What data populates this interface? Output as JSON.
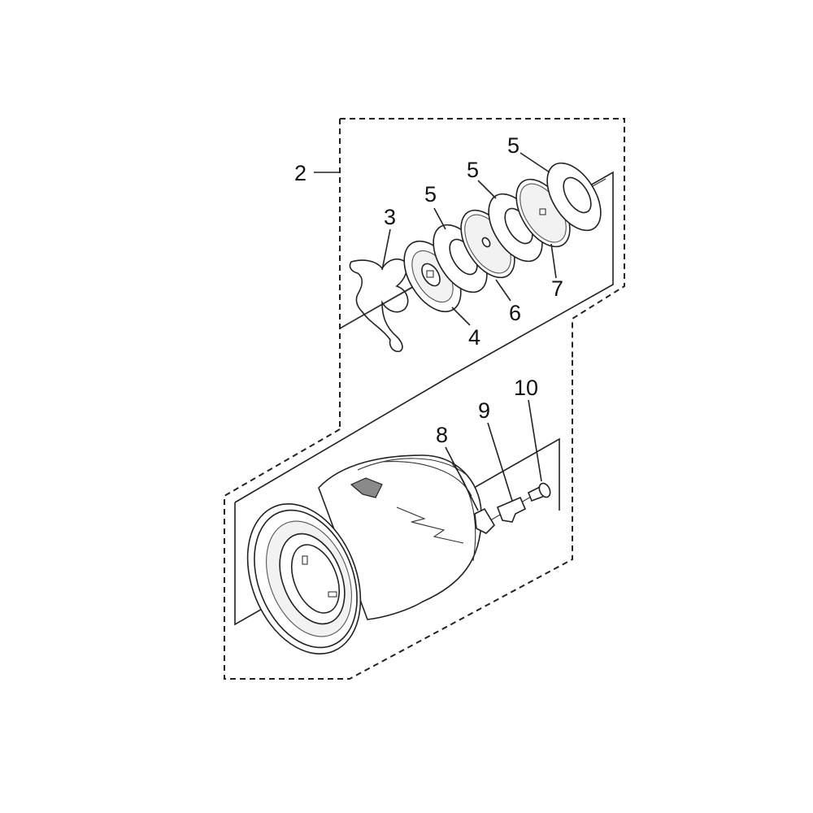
{
  "labels": {
    "l2": "2",
    "l3": "3",
    "l4": "4",
    "l5a": "5",
    "l5b": "5",
    "l5c": "5",
    "l6": "6",
    "l7": "7",
    "l8": "8",
    "l9": "9",
    "l10": "10"
  },
  "colors": {
    "line": "#222222",
    "background": "#ffffff"
  }
}
